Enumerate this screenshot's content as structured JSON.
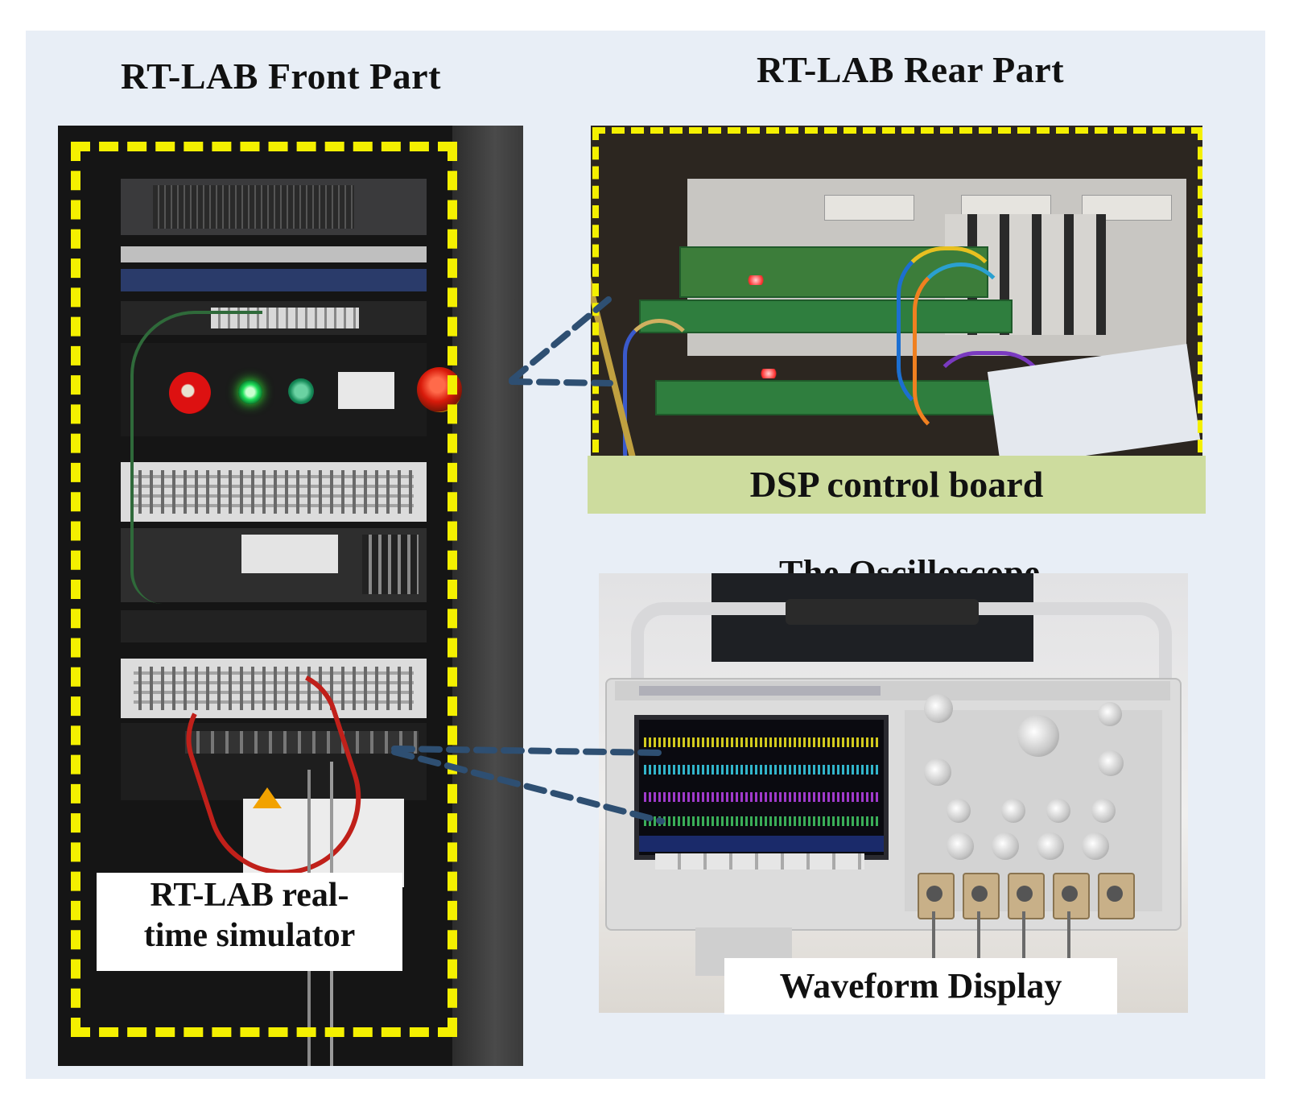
{
  "titles": {
    "front": "RT-LAB Front Part",
    "rear": "RT-LAB Rear Part",
    "oscilloscope": "The Oscilloscope"
  },
  "labels": {
    "simulator_line1": "RT-LAB real-",
    "simulator_line2": "time simulator",
    "dsp_board": "DSP control board",
    "waveform": "Waveform Display"
  },
  "colors": {
    "background_panel": "#e8eef6",
    "highlight_dashes": "#f4f000",
    "connector_dashes": "#2e4f72",
    "dsp_label_bg": "#cddc9e"
  }
}
